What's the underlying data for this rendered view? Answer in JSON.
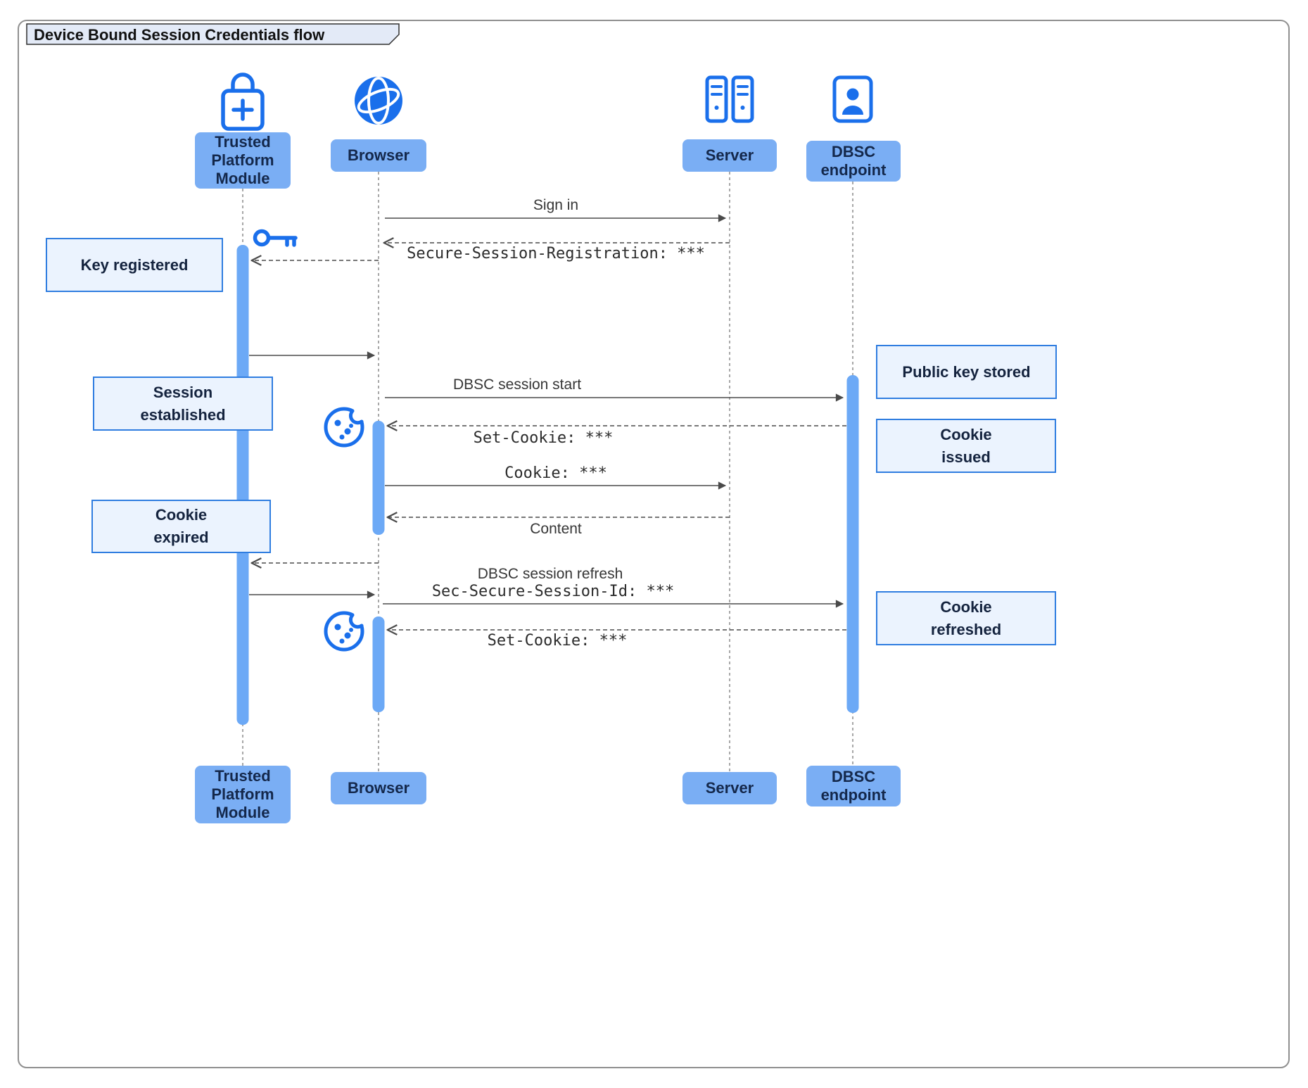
{
  "title": "Device Bound Session Credentials flow",
  "actors": {
    "tpm": "Trusted\nPlatform\nModule",
    "browser": "Browser",
    "server": "Server",
    "dbsc": "DBSC\nendpoint"
  },
  "messages": {
    "sign_in": "Sign in",
    "secure_session_registration": "Secure-Session-Registration: ***",
    "dbsc_session_start": "DBSC session start",
    "set_cookie_issue": "Set-Cookie: ***",
    "cookie": "Cookie: ***",
    "content": "Content",
    "dbsc_session_refresh": "DBSC session refresh",
    "sec_secure_session_id": "Sec-Secure-Session-Id: ***",
    "set_cookie_refresh": "Set-Cookie: ***"
  },
  "notes": {
    "key_registered": "Key registered",
    "session_established": "Session\nestablished",
    "cookie_expired": "Cookie\nexpired",
    "public_key_stored": "Public key stored",
    "cookie_issued": "Cookie\nissued",
    "cookie_refreshed": "Cookie\nrefreshed"
  },
  "icons": {
    "tpm": "tpm-lock-icon",
    "browser": "globe-icon",
    "server": "server-rack-icon",
    "dbsc": "id-badge-icon",
    "key": "key-icon",
    "cookie": "cookie-icon"
  },
  "colors": {
    "actor_fill": "#7AAEF4",
    "actor_text": "#14284B",
    "activation_fill": "#6CA9F6",
    "note_fill": "#EBF3FE",
    "note_border": "#2F7DE0",
    "icon_blue": "#1A6FEB",
    "arrow": "#4A4A4A"
  }
}
